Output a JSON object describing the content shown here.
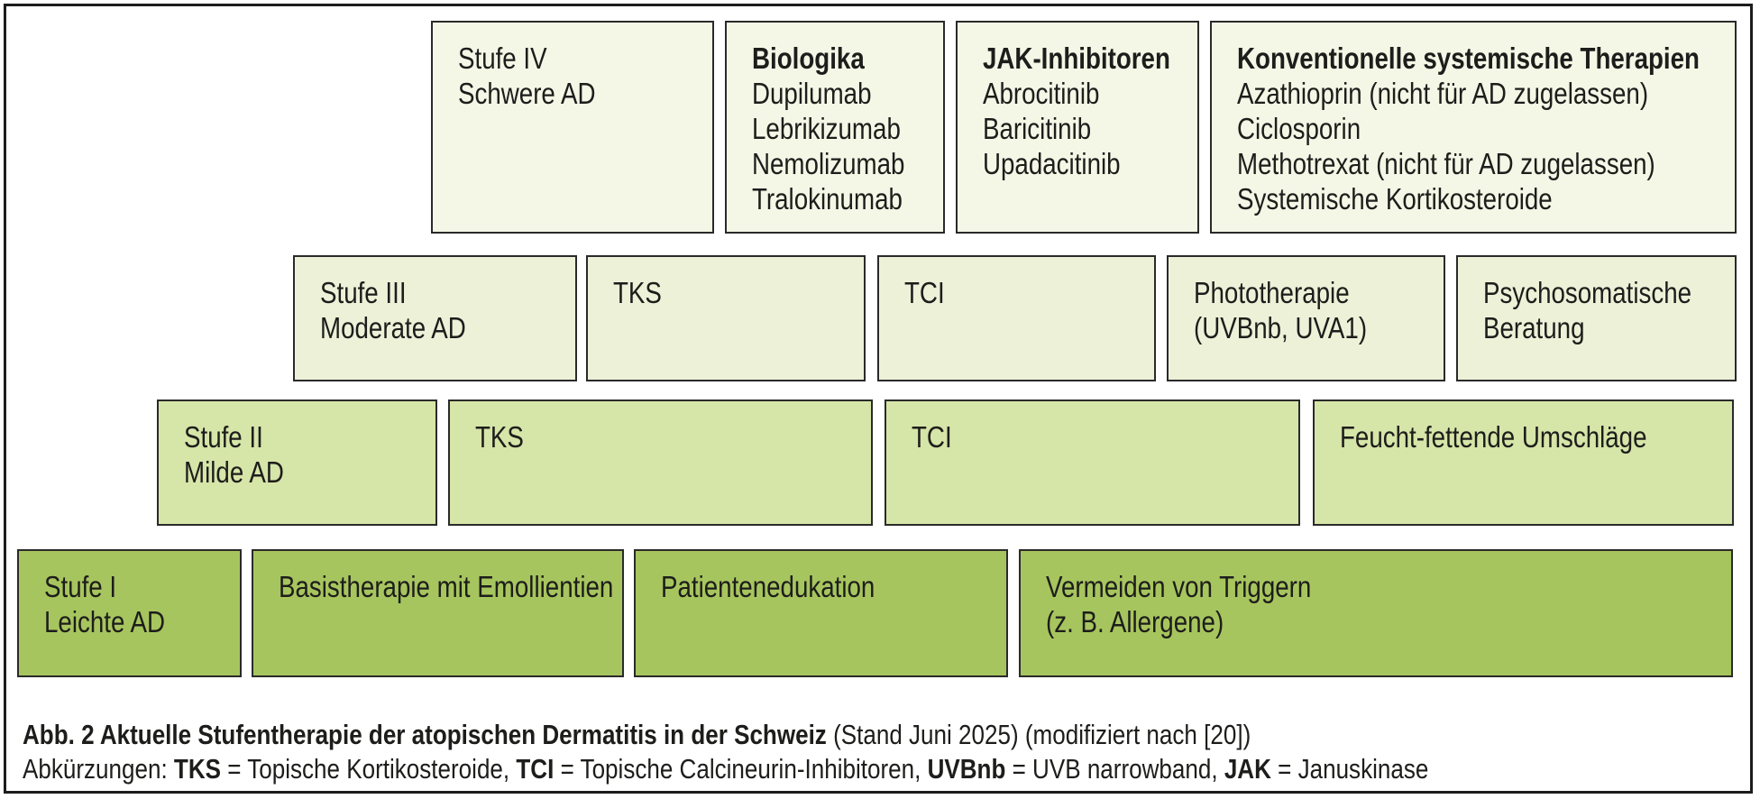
{
  "figure": {
    "label": "Abb. 2",
    "title": "Aktuelle Stufentherapie der atopischen Dermatitis in der Schweiz",
    "colors": {
      "level1_fill": "#f4f7e6",
      "level2_fill": "#ecf1d8",
      "level3_fill": "#d6e5a8",
      "level4_fill": "#a7c55e",
      "box_border": "#2a2a2a",
      "frame_border": "#1c1c1c",
      "text": "#1d1d1b",
      "background": "#ffffff"
    }
  },
  "boxes": {
    "stufe_iv": {
      "lines": [
        {
          "t": "Stufe IV"
        },
        {
          "t": "Schwere AD"
        }
      ]
    },
    "biologika": {
      "lines": [
        {
          "t": "Biologika",
          "b": true
        },
        {
          "t": "Dupilumab"
        },
        {
          "t": "Lebrikizumab"
        },
        {
          "t": "Nemolizumab"
        },
        {
          "t": "Tralokinumab"
        }
      ]
    },
    "jak_inhibitoren": {
      "lines": [
        {
          "t": "JAK-Inhibitoren",
          "b": true
        },
        {
          "t": "Abrocitinib"
        },
        {
          "t": "Baricitinib"
        },
        {
          "t": "Upadacitinib"
        }
      ]
    },
    "konventionelle": {
      "lines": [
        {
          "t": "Konventionelle systemische Therapien",
          "b": true
        },
        {
          "t": "Azathioprin (nicht für AD zugelassen)"
        },
        {
          "t": "Ciclosporin"
        },
        {
          "t": "Methotrexat (nicht für AD zugelassen)"
        },
        {
          "t": "Systemische Kortikosteroide"
        }
      ]
    },
    "stufe_iii": {
      "lines": [
        {
          "t": "Stufe III"
        },
        {
          "t": "Moderate AD"
        }
      ]
    },
    "tks_moderate": {
      "lines": [
        {
          "t": "TKS"
        }
      ]
    },
    "tci_moderate": {
      "lines": [
        {
          "t": "TCI"
        }
      ]
    },
    "phototherapie": {
      "lines": [
        {
          "t": "Phototherapie"
        },
        {
          "t": "(UVBnb, UVA1)"
        }
      ]
    },
    "psychosomatische": {
      "lines": [
        {
          "t": "Psychosomatische"
        },
        {
          "t": "Beratung"
        }
      ]
    },
    "stufe_ii": {
      "lines": [
        {
          "t": "Stufe II"
        },
        {
          "t": "Milde AD"
        }
      ]
    },
    "tks_mild": {
      "lines": [
        {
          "t": "TKS"
        }
      ]
    },
    "tci_mild": {
      "lines": [
        {
          "t": "TCI"
        }
      ]
    },
    "feucht_fettende": {
      "lines": [
        {
          "t": "Feucht-fettende Umschläge"
        }
      ]
    },
    "stufe_i": {
      "lines": [
        {
          "t": "Stufe I"
        },
        {
          "t": "Leichte AD"
        }
      ]
    },
    "basistherapie": {
      "lines": [
        {
          "t": "Basistherapie mit Emollientien"
        }
      ]
    },
    "patientenedukation": {
      "lines": [
        {
          "t": "Patientenedukation"
        }
      ]
    },
    "vermeiden_trigger": {
      "lines": [
        {
          "t": "Vermeiden von Triggern"
        },
        {
          "t": "(z. B. Allergene)"
        }
      ]
    }
  },
  "caption": {
    "line1_segments": [
      {
        "t": "Abb. 2 Aktuelle Stufentherapie der atopischen Dermatitis in der Schweiz",
        "b": true
      },
      {
        "t": " (Stand Juni 2025) (modifiziert nach [20])"
      }
    ],
    "line2_segments": [
      {
        "t": "Abkürzungen: "
      },
      {
        "t": "TKS",
        "b": true
      },
      {
        "t": " = Topische Kortikosteroide, "
      },
      {
        "t": "TCI",
        "b": true
      },
      {
        "t": " = Topische Calcineurin-Inhibitoren, "
      },
      {
        "t": "UVBnb",
        "b": true
      },
      {
        "t": " = UVB narrowband, "
      },
      {
        "t": "JAK",
        "b": true
      },
      {
        "t": " = Januskinase"
      }
    ]
  }
}
